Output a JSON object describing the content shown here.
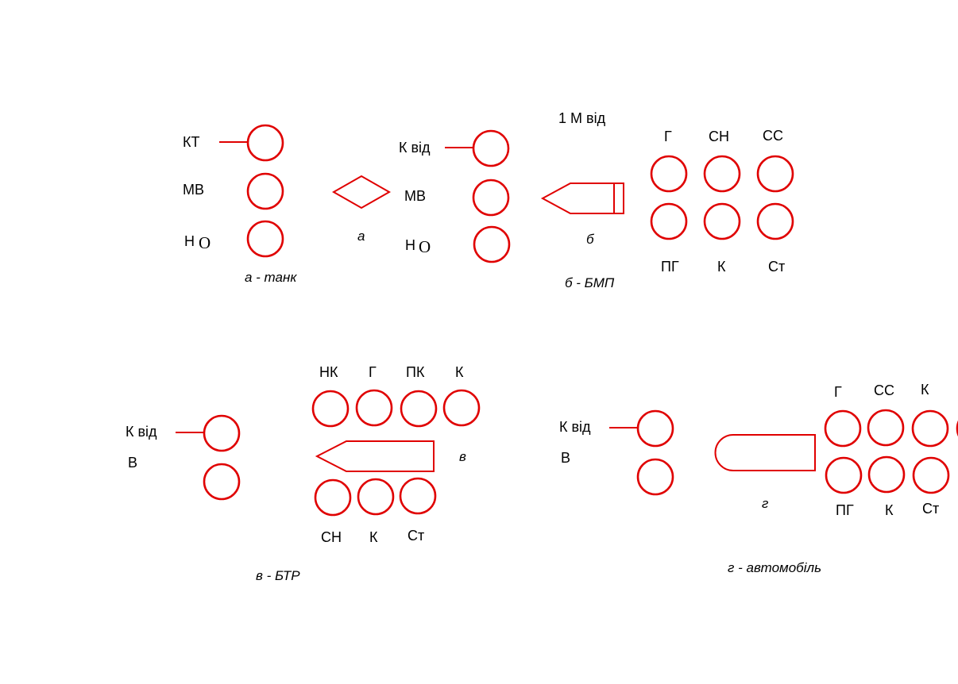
{
  "tank": {
    "labels": {
      "kt": "КТ",
      "mv": "МВ",
      "n": "Н",
      "o": "О"
    },
    "glyph": "а",
    "caption": "а - танк"
  },
  "bmp": {
    "top_label": "1 М від",
    "labels": {
      "k_vid": "К від",
      "mv": "МВ",
      "n": "Н",
      "o": "О"
    },
    "glyph": "б",
    "caption": "б - БМП",
    "crew_top": [
      "Г",
      "СН",
      "СС"
    ],
    "crew_bottom": [
      "ПГ",
      "К",
      "Ст"
    ]
  },
  "btr": {
    "labels": {
      "k_vid": "К від",
      "v": "В"
    },
    "crew_top": [
      "НК",
      "Г",
      "ПК",
      "К"
    ],
    "crew_bottom": [
      "СН",
      "К",
      "Ст"
    ],
    "glyph": "в",
    "caption": "в - БТР"
  },
  "auto": {
    "labels": {
      "k_vid": "К від",
      "v": "В"
    },
    "crew_top": [
      "Г",
      "СС",
      "К"
    ],
    "crew_bottom": [
      "ПГ",
      "К",
      "Ст"
    ],
    "glyph": "г",
    "caption": "г - автомобіль"
  },
  "colors": {
    "stroke": "#e00000",
    "text": "#000000"
  }
}
